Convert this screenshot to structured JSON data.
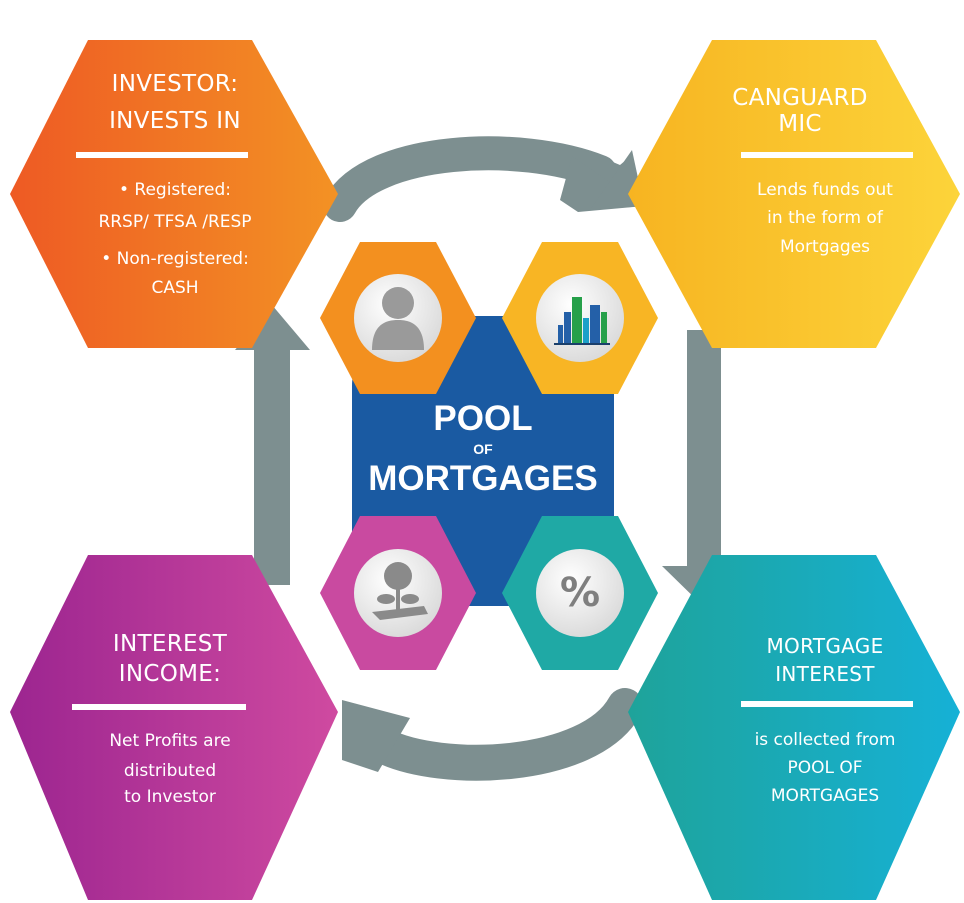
{
  "colors": {
    "investor": [
      "#ee5a24",
      "#f39224"
    ],
    "canguard": [
      "#f7b421",
      "#fcd43a"
    ],
    "interest_income": [
      "#9c2590",
      "#cf4aa0"
    ],
    "mortgage_interest": [
      "#1ea39a",
      "#16b1d6"
    ],
    "center": "#1a5aa2",
    "arrow": "#7d8f90"
  },
  "center": {
    "line1": "POOL",
    "line2": "OF",
    "line3": "MORTGAGES"
  },
  "investor": {
    "title1": "INVESTOR:",
    "title2": "INVESTS IN",
    "items": [
      "• Registered:",
      "RRSP/ TFSA /RESP",
      "• Non-registered:",
      "CASH"
    ],
    "icon": "person-icon"
  },
  "canguard": {
    "title1": "CANGUARD",
    "title2": "MIC",
    "items": [
      "Lends funds out",
      "in the form of",
      "Mortgages"
    ],
    "icon": "city-buildings-icon"
  },
  "interest_income": {
    "title1": "INTEREST",
    "title2": "INCOME:",
    "items": [
      "Net Profits are",
      "distributed",
      "to Investor"
    ],
    "icon": "money-plant-hand-icon"
  },
  "mortgage_interest": {
    "title1": "MORTGAGE",
    "title2": "INTEREST",
    "items": [
      "is collected from",
      "POOL OF",
      "MORTGAGES"
    ],
    "icon": "percent-icon",
    "icon_text": "%"
  }
}
